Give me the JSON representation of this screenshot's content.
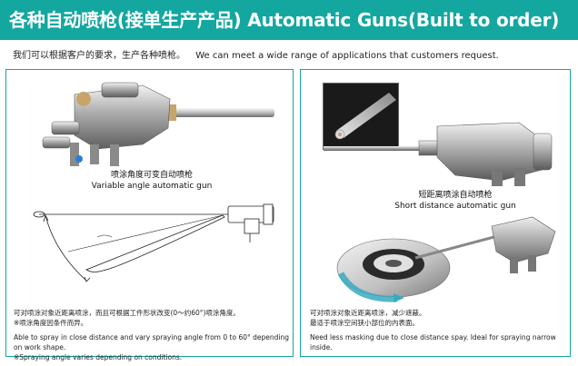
{
  "header": {
    "title": "各种自动喷枪(接单生产产品) Automatic Guns(Built to order)"
  },
  "intro": {
    "cn": "我们可以根据客户的要求，生产各种喷枪。",
    "en": "We can meet a wide range of applications that customers request."
  },
  "left_panel": {
    "caption_cn": "喷涂角度可变自动喷枪",
    "caption_en": "Variable angle automatic gun",
    "note_cn_1": "可对喷涂对象近距离喷涂，而且可根据工件形状改变(0～约60°)喷涂角度。",
    "note_cn_2": "※喷涂角度因条件而异。",
    "note_en_1": "Able to spray in close distance and vary spraying angle from 0 to 60° depending on work shape.",
    "note_en_2": "※Spraying angle varies depending on conditions."
  },
  "right_panel": {
    "caption_cn": "短距离喷涂自动喷枪",
    "caption_en": "Short distance automatic gun",
    "note_cn_1": "可对喷涂对象近距离喷涂，减少遮蔽。",
    "note_cn_2": "最适于喷涂空间狭小部位的内表面。",
    "note_en_1": "Need less masking due to close distance spay. Ideal for spraying narrow inside."
  },
  "colors": {
    "accent": "#13a7a0",
    "arrow": "#3aa9c0"
  }
}
